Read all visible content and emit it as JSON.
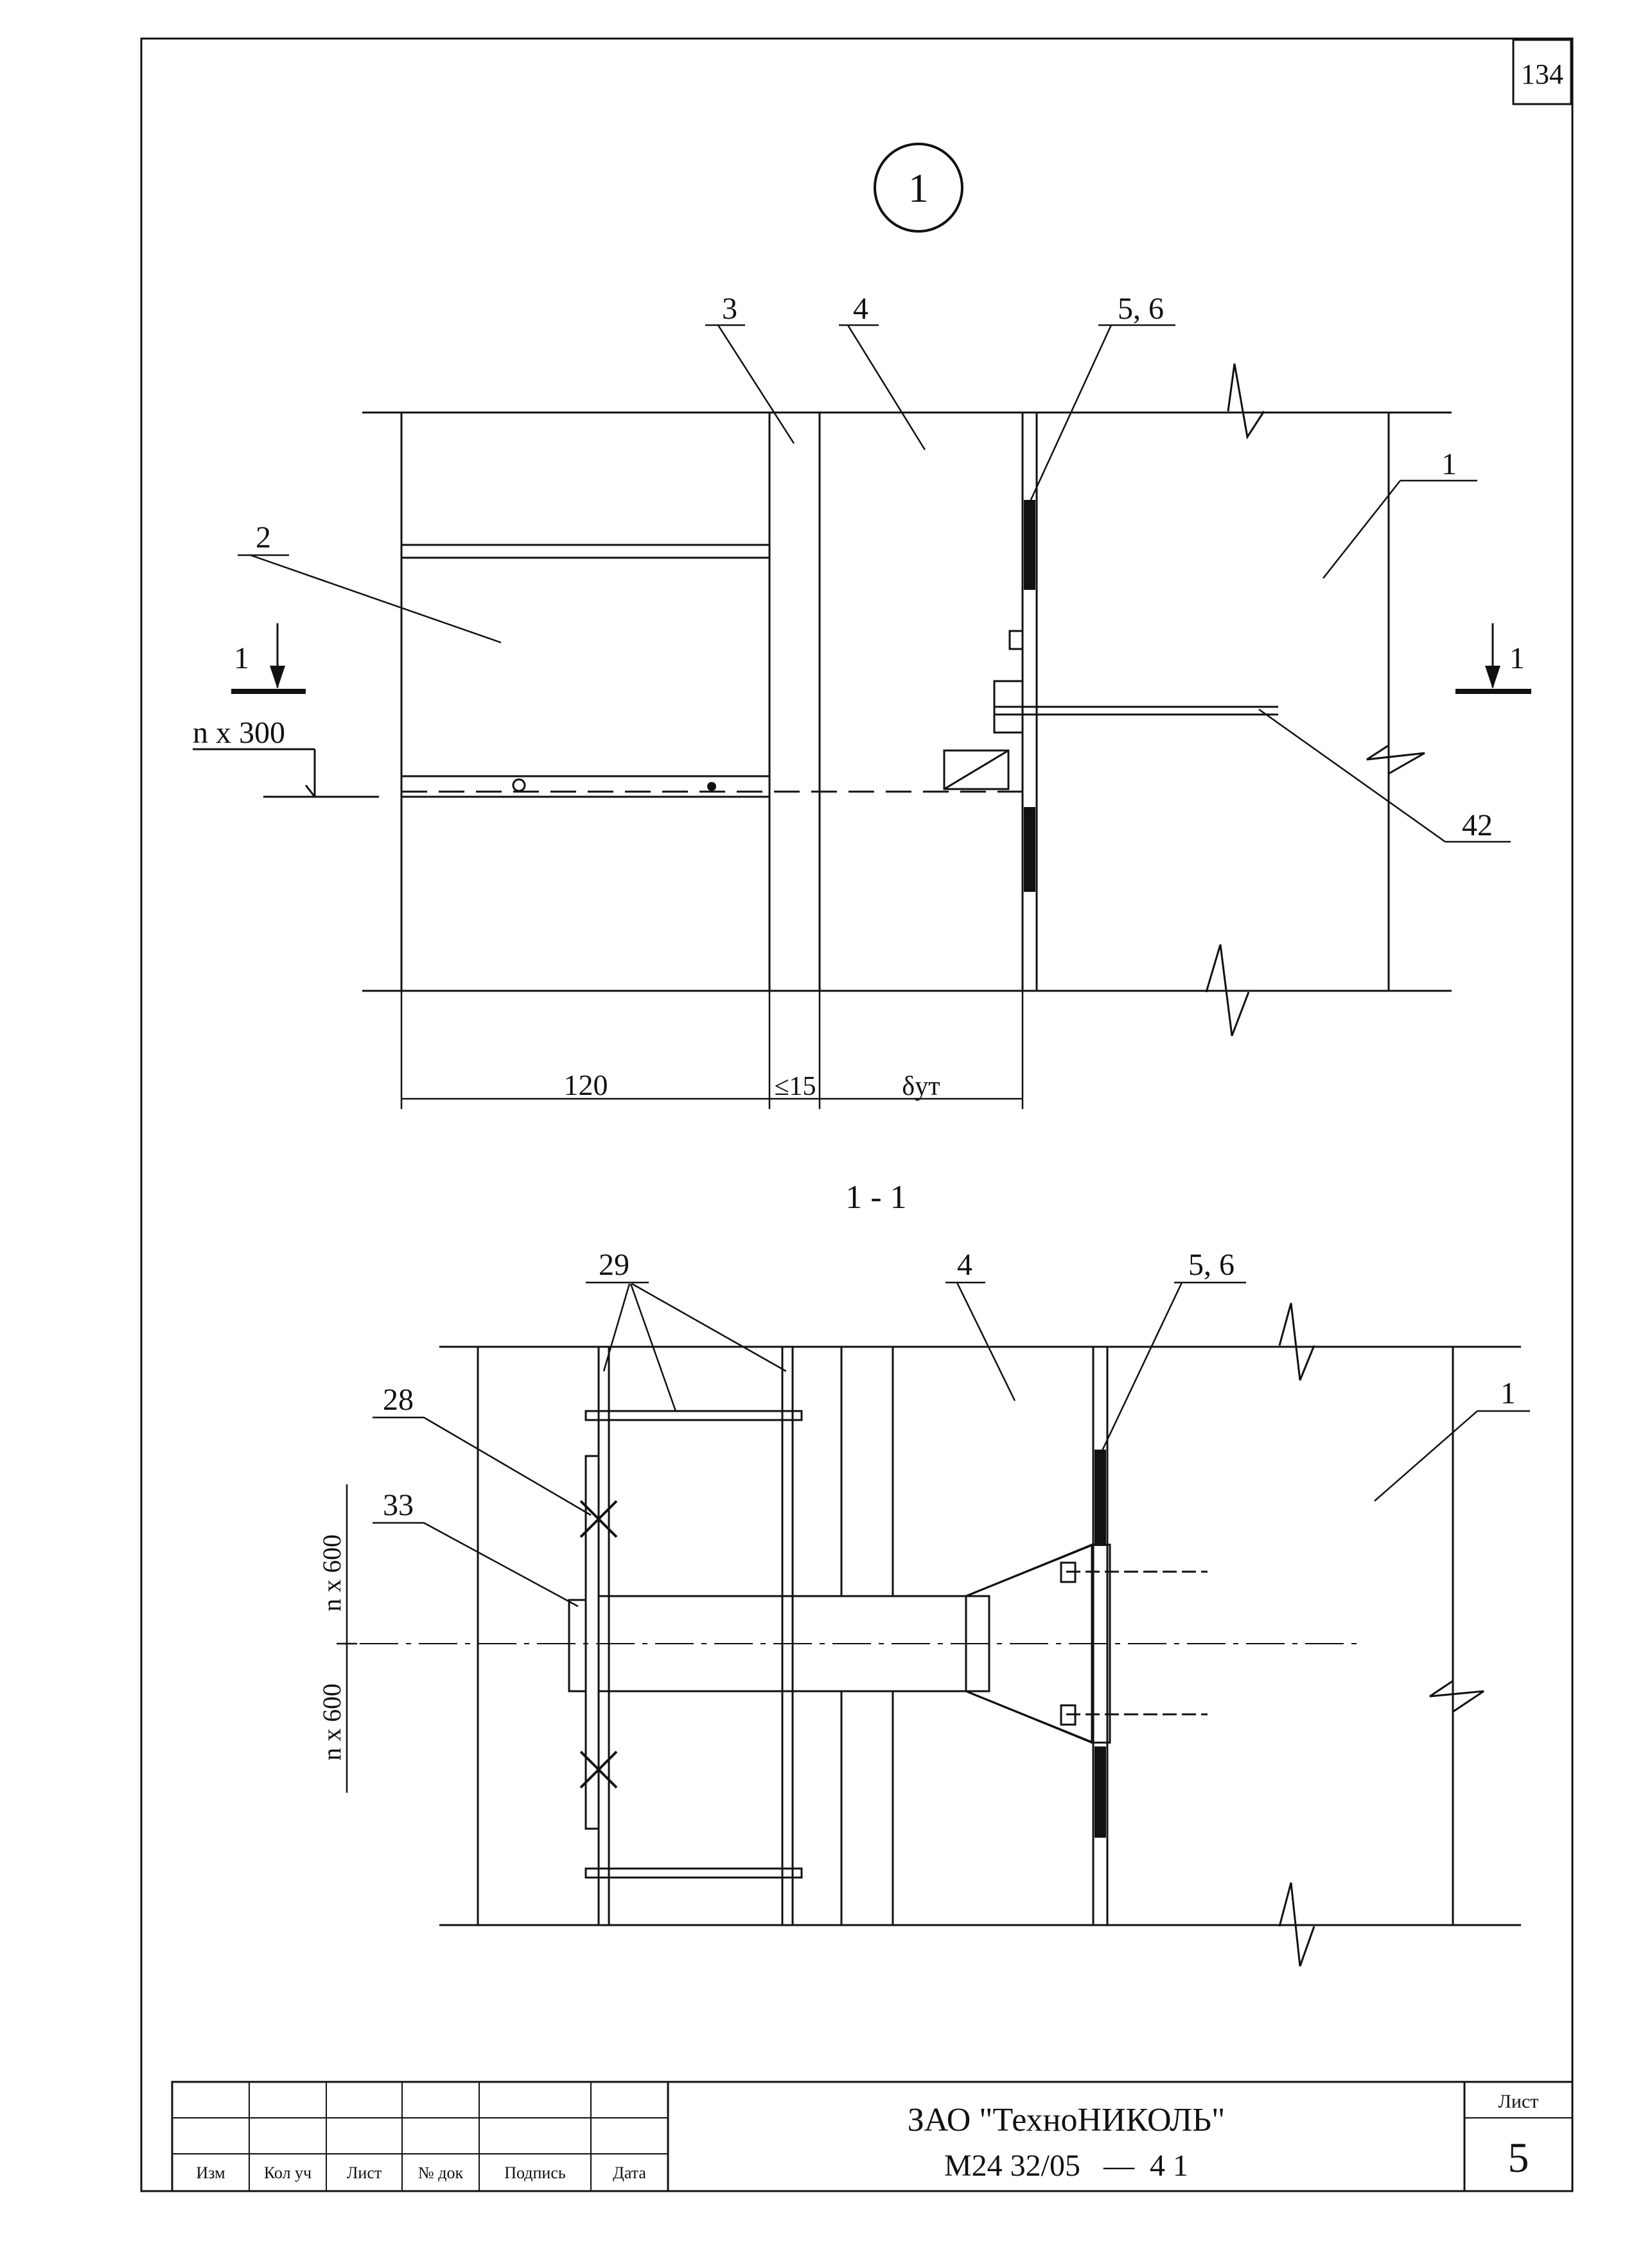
{
  "sheet": {
    "corner_number": "134"
  },
  "detail": {
    "marker": "1",
    "callouts": {
      "c3": "3",
      "c4": "4",
      "c56": "5, 6",
      "c1": "1",
      "c2": "2",
      "c42": "42"
    },
    "section_mark_left": "1",
    "section_mark_right": "1",
    "level_label": "n x 300",
    "dim_120": "120",
    "dim_15": "≤15",
    "dim_delta": "δут"
  },
  "section": {
    "title": "1 - 1",
    "callouts": {
      "c29": "29",
      "c4": "4",
      "c56": "5, 6",
      "c1": "1",
      "c28": "28",
      "c33": "33"
    },
    "spacing_upper": "n x 600",
    "spacing_lower": "n x 600"
  },
  "title_block": {
    "headers": {
      "izm": "Изм",
      "kol_uch": "Кол уч",
      "list": "Лист",
      "no_doc": "№ док",
      "podpis": "Подпись",
      "data": "Дата"
    },
    "company": "ЗАО \"ТехноНИКОЛЬ\"",
    "code": "М24 32/05   —  4 1",
    "sheet_label": "Лист",
    "sheet_number": "5"
  }
}
